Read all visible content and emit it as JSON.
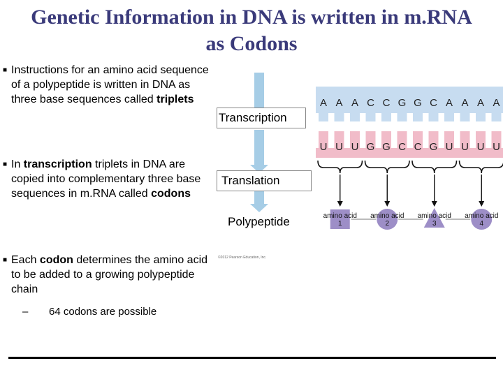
{
  "title": {
    "line1": "Genetic Information in DNA is written in m.RNA",
    "line2": "as Codons"
  },
  "bullets": [
    {
      "text_parts": [
        "Instructions for an amino acid sequence of a polypeptide is written in DNA as three base sequences called ",
        "triplets"
      ]
    },
    {
      "text_parts": [
        "In ",
        "transcription",
        " triplets in  DNA are copied into complementary three base sequences in m.RNA called ",
        "codons"
      ]
    },
    {
      "text_parts": [
        "Each ",
        "codon",
        " determines the amino acid to be added to a growing polypeptide chain"
      ]
    }
  ],
  "sub_bullet": {
    "dash": "–",
    "text": "64 codons are possible"
  },
  "diagram": {
    "labels": {
      "transcription": "Transcription",
      "translation": "Translation",
      "polypeptide": "Polypeptide"
    },
    "dna_bases": [
      "A",
      "A",
      "A",
      "C",
      "C",
      "G",
      "G",
      "C",
      "A",
      "A",
      "A",
      "A"
    ],
    "mrna_bases": [
      "U",
      "U",
      "U",
      "G",
      "G",
      "C",
      "C",
      "G",
      "U",
      "U",
      "U",
      "U"
    ],
    "amino_acids": [
      "amino acid 1",
      "amino acid 2",
      "amino acid 3",
      "amino acid 4"
    ],
    "copyright": "©2012 Pearson Education, Inc.",
    "colors": {
      "dna_strip": "#c7dcf0",
      "mrna_strip": "#f1bcc9",
      "arrow": "#a6cde6",
      "amino_fill": "#9d8ec7"
    }
  }
}
